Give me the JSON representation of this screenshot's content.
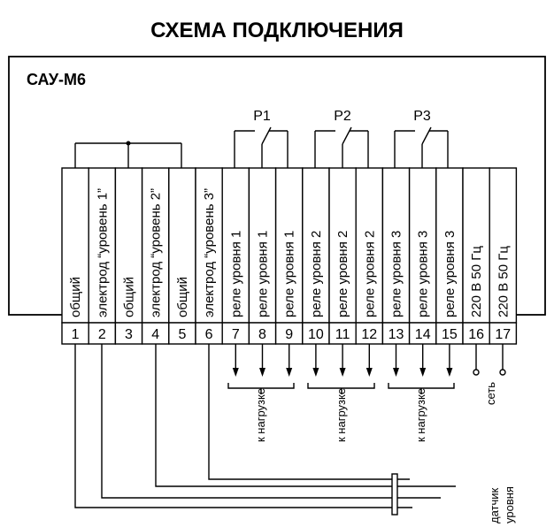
{
  "title": "СХЕМА ПОДКЛЮЧЕНИЯ",
  "device_label": "САУ-М6",
  "relays": [
    {
      "label": "Р1",
      "terminals": [
        7,
        8,
        9
      ]
    },
    {
      "label": "Р2",
      "terminals": [
        10,
        11,
        12
      ]
    },
    {
      "label": "Р3",
      "terminals": [
        13,
        14,
        15
      ]
    }
  ],
  "terminals": [
    {
      "number": "1",
      "label": "общий"
    },
    {
      "number": "2",
      "label": "электрод “уровень 1”"
    },
    {
      "number": "3",
      "label": "общий"
    },
    {
      "number": "4",
      "label": "электрод “уровень 2”"
    },
    {
      "number": "5",
      "label": "общий"
    },
    {
      "number": "6",
      "label": "электрод “уровень 3”"
    },
    {
      "number": "7",
      "label": "реле уровня 1"
    },
    {
      "number": "8",
      "label": "реле уровня 1"
    },
    {
      "number": "9",
      "label": "реле уровня 1"
    },
    {
      "number": "10",
      "label": "реле уровня 2"
    },
    {
      "number": "11",
      "label": "реле уровня 2"
    },
    {
      "number": "12",
      "label": "реле уровня 2"
    },
    {
      "number": "13",
      "label": "реле уровня 3"
    },
    {
      "number": "14",
      "label": "реле уровня 3"
    },
    {
      "number": "15",
      "label": "реле уровня 3"
    },
    {
      "number": "16",
      "label": "220 В  50 Гц"
    },
    {
      "number": "17",
      "label": "220 В  50 Гц"
    }
  ],
  "load_label": "к нагрузке",
  "network_label": "сеть",
  "sensor_label_line1": "датчик",
  "sensor_label_line2": "уровня"
}
